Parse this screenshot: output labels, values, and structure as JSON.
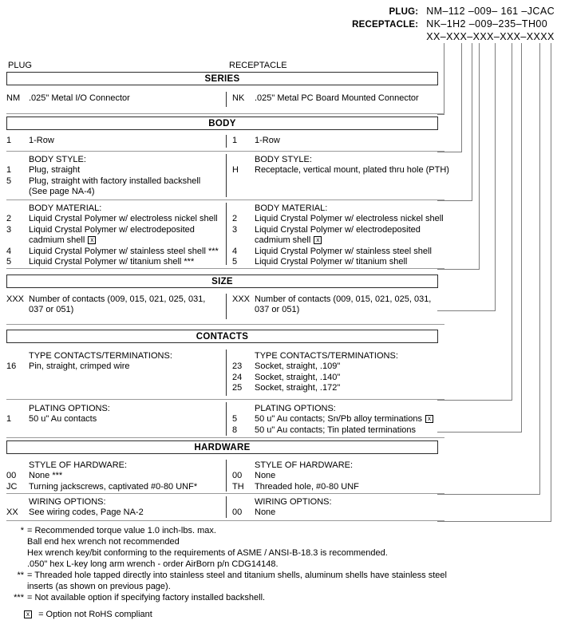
{
  "header": {
    "rows": [
      {
        "label": "PLUG:",
        "code": "NM–112 –009– 161 –JCAC"
      },
      {
        "label": "RECEPTACLE:",
        "code": "NK–1H2 –009–235–TH00"
      },
      {
        "label": "",
        "code": "XX–XXX–XXX–XXX–XXXX"
      }
    ]
  },
  "column_labels": {
    "left": "PLUG",
    "right": "RECEPTACLE"
  },
  "sections": {
    "series": {
      "title": "SERIES",
      "left": {
        "options": [
          {
            "code": "NM",
            "text": ".025\" Metal I/O Connector"
          }
        ]
      },
      "right": {
        "options": [
          {
            "code": "NK",
            "text": ".025\" Metal PC Board Mounted Connector"
          }
        ]
      }
    },
    "body": {
      "title": "BODY",
      "row_count": {
        "left": {
          "options": [
            {
              "code": "1",
              "text": "1-Row"
            }
          ]
        },
        "right": {
          "options": [
            {
              "code": "1",
              "text": "1-Row"
            }
          ]
        }
      },
      "body_style": {
        "heading": "BODY STYLE:",
        "left": {
          "options": [
            {
              "code": "1",
              "text": "Plug, straight"
            },
            {
              "code": "5",
              "text": "Plug, straight with factory installed backshell",
              "cont": "(See page NA-4)"
            }
          ]
        },
        "right": {
          "options": [
            {
              "code": "H",
              "text": "Receptacle, vertical mount, plated thru hole (PTH)"
            }
          ]
        }
      },
      "body_material": {
        "heading": "BODY MATERIAL:",
        "left": {
          "options": [
            {
              "code": "2",
              "text": "Liquid Crystal Polymer w/ electroless nickel shell"
            },
            {
              "code": "3",
              "text": "Liquid Crystal Polymer w/ electrodeposited",
              "cont": "cadmium shell",
              "rohs": true
            },
            {
              "code": "4",
              "text": "Liquid Crystal Polymer w/ stainless steel shell ***"
            },
            {
              "code": "5",
              "text": "Liquid Crystal Polymer w/ titanium shell ***"
            }
          ]
        },
        "right": {
          "options": [
            {
              "code": "2",
              "text": "Liquid Crystal Polymer w/ electroless nickel shell"
            },
            {
              "code": "3",
              "text": "Liquid Crystal Polymer w/ electrodeposited",
              "cont": "cadmium shell",
              "rohs": true
            },
            {
              "code": "4",
              "text": "Liquid Crystal Polymer w/ stainless steel shell"
            },
            {
              "code": "5",
              "text": "Liquid Crystal Polymer w/ titanium shell"
            }
          ]
        }
      }
    },
    "size": {
      "title": "SIZE",
      "left": {
        "options": [
          {
            "code": "XXX",
            "text": "Number of contacts (009, 015, 021, 025, 031,",
            "cont": "037 or 051)"
          }
        ]
      },
      "right": {
        "options": [
          {
            "code": "XXX",
            "text": "Number of contacts (009, 015, 021, 025, 031,",
            "cont": "037 or 051)"
          }
        ]
      }
    },
    "contacts": {
      "title": "CONTACTS",
      "type": {
        "heading": "TYPE CONTACTS/TERMINATIONS:",
        "left": {
          "options": [
            {
              "code": "16",
              "text": "Pin, straight, crimped wire"
            }
          ]
        },
        "right": {
          "options": [
            {
              "code": "23",
              "text": "Socket, straight, .109\""
            },
            {
              "code": "24",
              "text": "Socket, straight, .140\""
            },
            {
              "code": "25",
              "text": "Socket, straight, .172\""
            }
          ]
        }
      },
      "plating": {
        "heading": "PLATING OPTIONS:",
        "left": {
          "options": [
            {
              "code": "1",
              "text": "50 u\" Au contacts"
            }
          ]
        },
        "right": {
          "options": [
            {
              "code": "5",
              "text": "50 u\" Au contacts; Sn/Pb alloy terminations",
              "rohs": true
            },
            {
              "code": "8",
              "text": "50 u\" Au contacts; Tin plated terminations"
            }
          ]
        }
      }
    },
    "hardware": {
      "title": "HARDWARE",
      "style": {
        "heading": "STYLE OF HARDWARE:",
        "left": {
          "options": [
            {
              "code": "00",
              "text": "None  ***"
            },
            {
              "code": "JC",
              "text": "Turning jackscrews, captivated #0-80 UNF*"
            }
          ]
        },
        "right": {
          "options": [
            {
              "code": "00",
              "text": "None"
            },
            {
              "code": "TH",
              "text": "Threaded hole, #0-80 UNF"
            }
          ]
        }
      },
      "wiring": {
        "heading": "WIRING OPTIONS:",
        "left": {
          "options": [
            {
              "code": "XX",
              "text": "See wiring codes, Page NA-2"
            }
          ]
        },
        "right": {
          "options": [
            {
              "code": "00",
              "text": "None"
            }
          ]
        }
      }
    }
  },
  "footnotes": {
    "items": [
      {
        "mark": "*",
        "text": "= Recommended torque value 1.0 inch-lbs. max.",
        "lines": [
          "Ball end hex wrench not recommended",
          "Hex wrench key/bit conforming to the requirements of ASME / ANSI-B-18.3 is recommended.",
          ".050\" hex L-key long arm wrench - order AirBorn p/n CDG14148."
        ]
      },
      {
        "mark": "**",
        "text": "= Threaded hole tapped directly into stainless steel and titanium shells, aluminum shells have stainless steel",
        "lines": [
          "inserts (as shown on previous page)."
        ]
      },
      {
        "mark": "***",
        "text": "= Not available option if specifying factory installed backshell.",
        "lines": []
      }
    ],
    "rohs_note": "= Option not RoHS compliant"
  },
  "colors": {
    "rule": "#9a9a9a",
    "bracket": "#7d7d7d",
    "box_border": "#2b2b2b",
    "text": "#000000"
  }
}
